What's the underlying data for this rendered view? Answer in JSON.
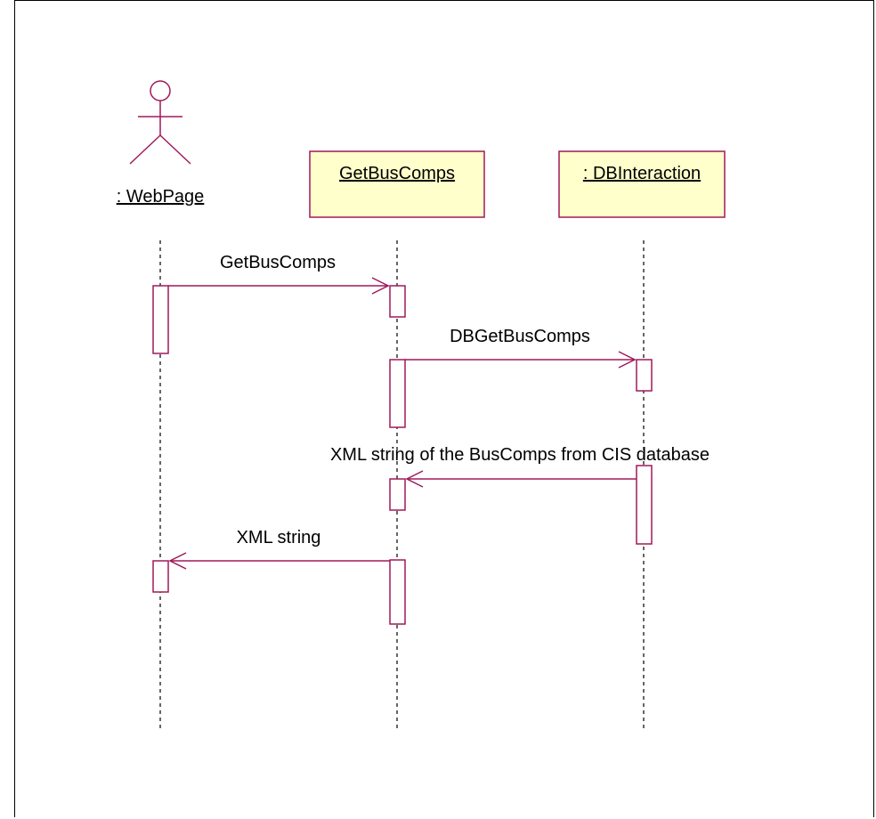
{
  "diagram": {
    "actor": {
      "name": ": WebPage"
    },
    "objects": [
      {
        "name": "GetBusComps"
      },
      {
        "name": ": DBInteraction"
      }
    ],
    "messages": [
      {
        "label": "GetBusComps"
      },
      {
        "label": "DBGetBusComps"
      },
      {
        "label": "XML string of the BusComps from CIS database"
      },
      {
        "label": "XML string"
      }
    ],
    "colors": {
      "line": "#a0195a",
      "object_fill": "#ffffcc",
      "lifeline": "#000000"
    }
  }
}
